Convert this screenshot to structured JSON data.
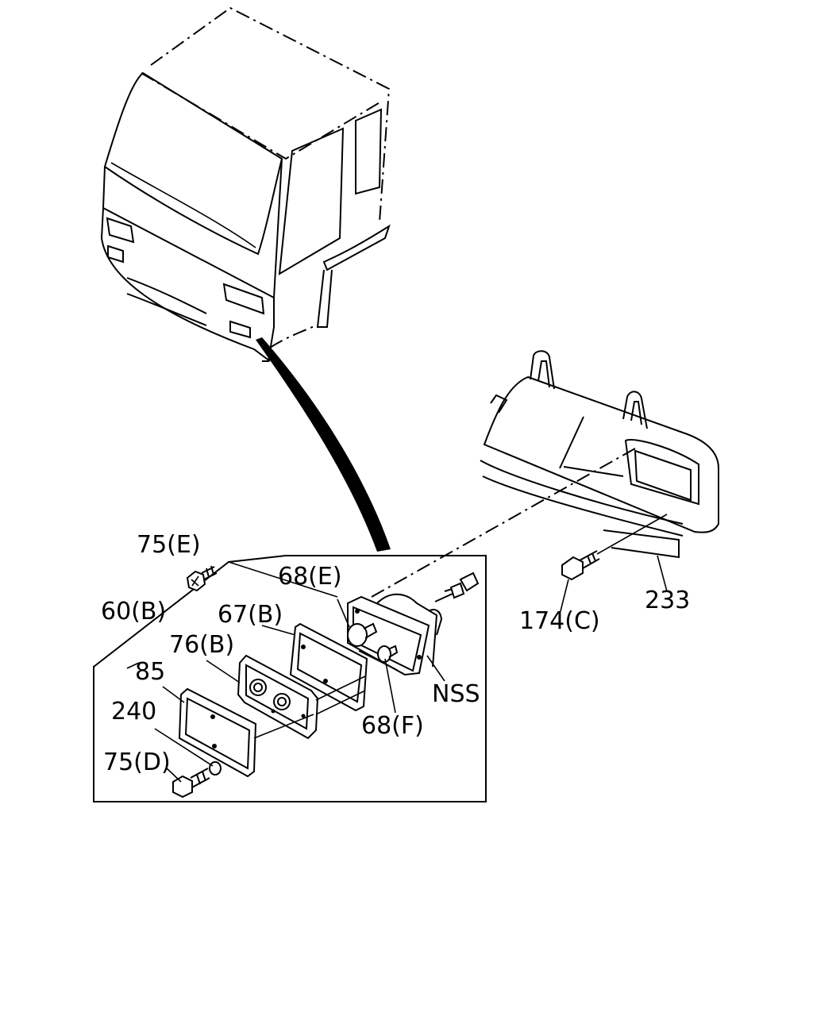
{
  "labels": {
    "p75e": "75(E)",
    "p60b": "60(B)",
    "p68e": "68(E)",
    "p67b": "67(B)",
    "p76b": "76(B)",
    "p85": "85",
    "p240": "240",
    "p75d": "75(D)",
    "p68f": "68(F)",
    "nss": "NSS",
    "p174c": "174(C)",
    "p233": "233"
  }
}
